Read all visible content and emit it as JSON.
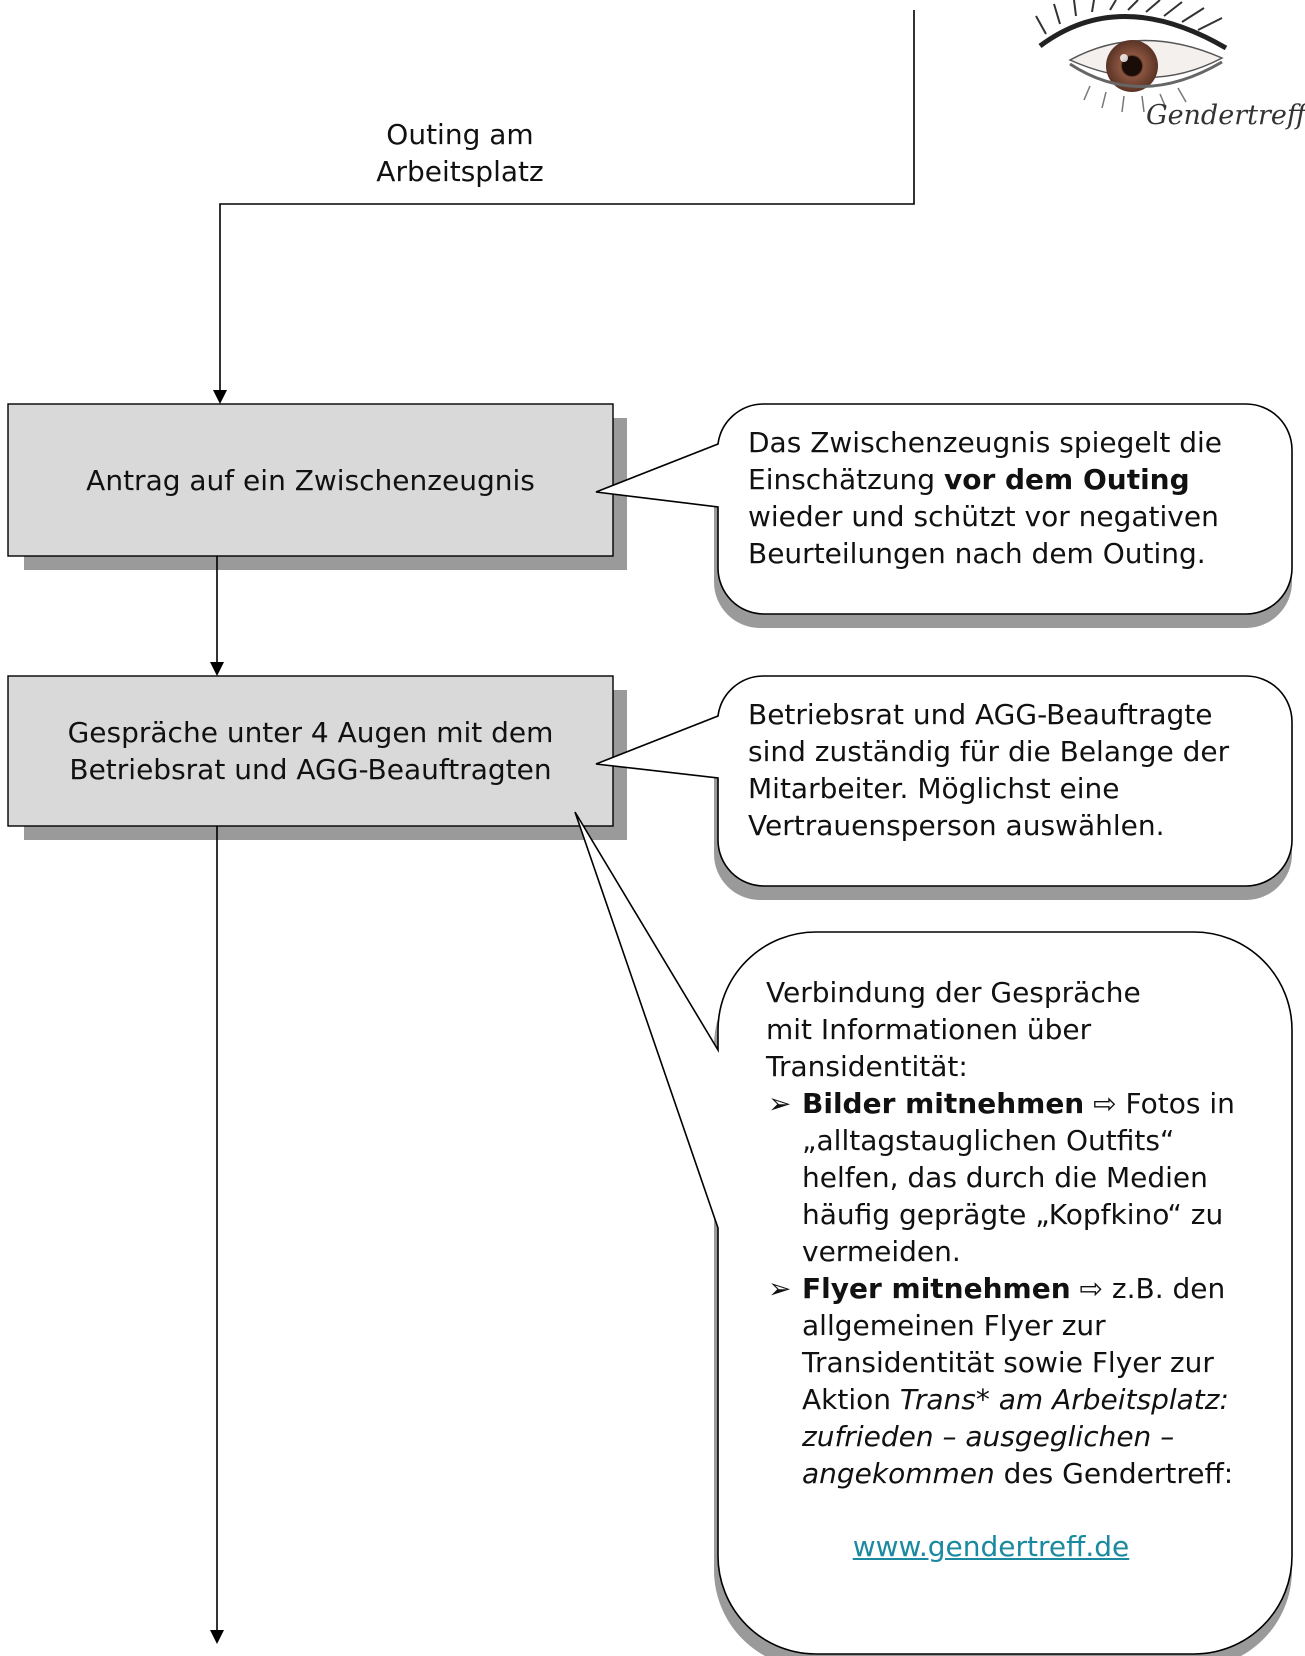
{
  "top_label": {
    "line1": "Outing am",
    "line2": "Arbeitsplatz"
  },
  "logo": {
    "text": "Gendertreff"
  },
  "step1": {
    "label": "Antrag auf ein Zwischenzeugnis"
  },
  "step2": {
    "line1": "Gespräche unter 4 Augen mit dem",
    "line2": "Betriebsrat und AGG-Beauftragten"
  },
  "callout1": {
    "before": "Das Zwischenzeugnis spiegelt die Einschätzung ",
    "bold": "vor dem Outing",
    "after": " wieder und schützt vor negativen Beurteilungen nach dem Outing."
  },
  "callout2": {
    "text": "Betriebsrat und AGG-Beauftragte sind zuständig für die Belange der Mitarbeiter. Möglichst eine Vertrauensperson auswählen."
  },
  "callout3": {
    "intro": "Verbindung der Gespräche mit Informationen über Transidentität:",
    "bullet_marker": "➢",
    "arrow": "⇨",
    "bullet1": {
      "bold": "Bilder mitnehmen",
      "text": " Fotos in „alltagstauglichen Outfits“ helfen, das durch die Medien häufig geprägte „Kopfkino“ zu vermeiden."
    },
    "bullet2": {
      "bold": "Flyer mitnehmen",
      "text1": " z.B. den allgemeinen Flyer zur Transidentität sowie Flyer zur Aktion ",
      "italic": "Trans* am Arbeitsplatz: zufrieden – ausgeglichen – angekommen",
      "text2": " des Gendertreff:"
    },
    "link": "www.gendertreff.de"
  },
  "colors": {
    "box_fill": "#d9d9d9",
    "shadow": "#9a9a9a",
    "link": "#1b8aa0",
    "iris": "#8a5540"
  }
}
